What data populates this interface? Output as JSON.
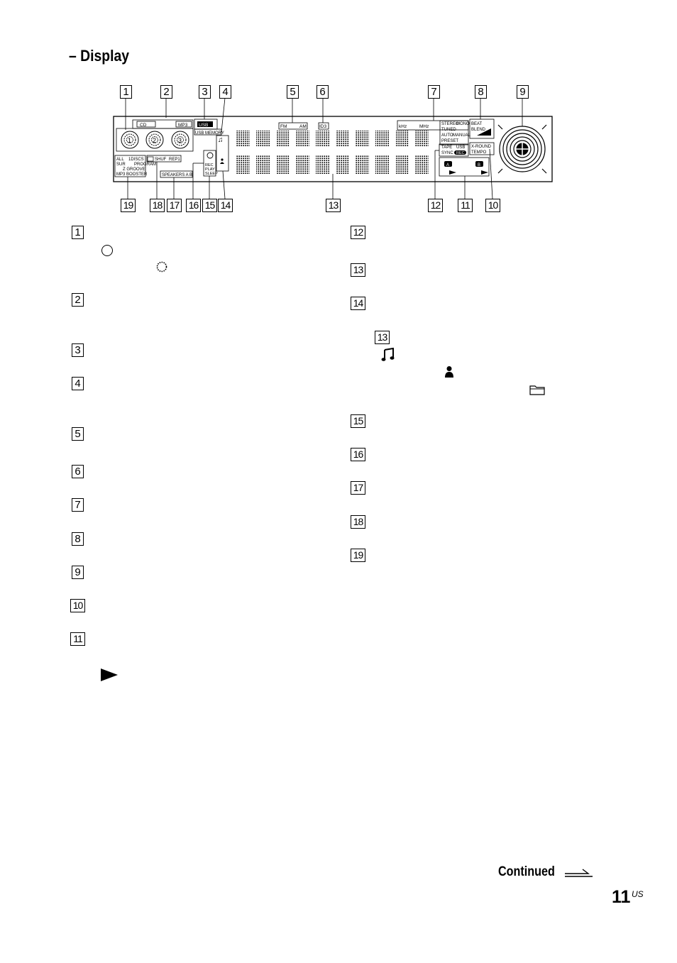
{
  "section": {
    "title": "– Display"
  },
  "figure": {
    "callouts_top": [
      "1",
      "2",
      "3",
      "4",
      "5",
      "6",
      "7",
      "8",
      "9"
    ],
    "callouts_bottom": [
      "19",
      "18",
      "17",
      "16",
      "15",
      "14",
      "13",
      "12",
      "11",
      "10"
    ],
    "panel": {
      "cd": "CD",
      "mp3": "MP3",
      "usb": "USB",
      "usb_memory": "USB MEMORY",
      "fm": "FM",
      "am": "AM",
      "id3": "ID3",
      "khz": "kHz",
      "mhz": "MHz",
      "stereo": "STEREO",
      "mono": "MONO",
      "tuned": "TUNED",
      "auto": "AUTO",
      "manual": "MANUAL",
      "preset": "PRESET",
      "beat": "BEAT",
      "blend": "BLEND",
      "x_round": "X-ROUND",
      "tempo": "TEMPO",
      "tape": "TAPE",
      "tape_usb": "USB",
      "sync": "SYNC",
      "rec_badge": "REC",
      "deck_a": "A",
      "deck_b": "B",
      "all": "ALL",
      "discs": "1DISCS",
      "shuf": "SHUF",
      "rep1": "REP1",
      "sur": "SUR",
      "program": "PROGRAM",
      "z_groove": "Z GROOVE",
      "mp3_booster": "MP3 BOOSTER",
      "speakers": "SPEAKERS A B",
      "rec": "REC",
      "play": "PLAY",
      "sleep": "SLEEP",
      "disc_numbers": [
        "1",
        "2",
        "3"
      ]
    }
  },
  "list_left": [
    "1",
    "2",
    "3",
    "4",
    "5",
    "6",
    "7",
    "8",
    "9",
    "10",
    "11"
  ],
  "list_right": [
    "12",
    "13",
    "14",
    "15",
    "16",
    "17",
    "18",
    "19"
  ],
  "inline_refs": {
    "item14_ref": "13"
  },
  "icons": [
    "circle-icon",
    "spinning-disc-icon",
    "play-arrow-icon",
    "music-note-icon",
    "person-icon",
    "folder-icon",
    "continued-arrow-icon"
  ],
  "footer": {
    "continued": "Continued",
    "page_number": "11",
    "page_suffix": "US"
  }
}
